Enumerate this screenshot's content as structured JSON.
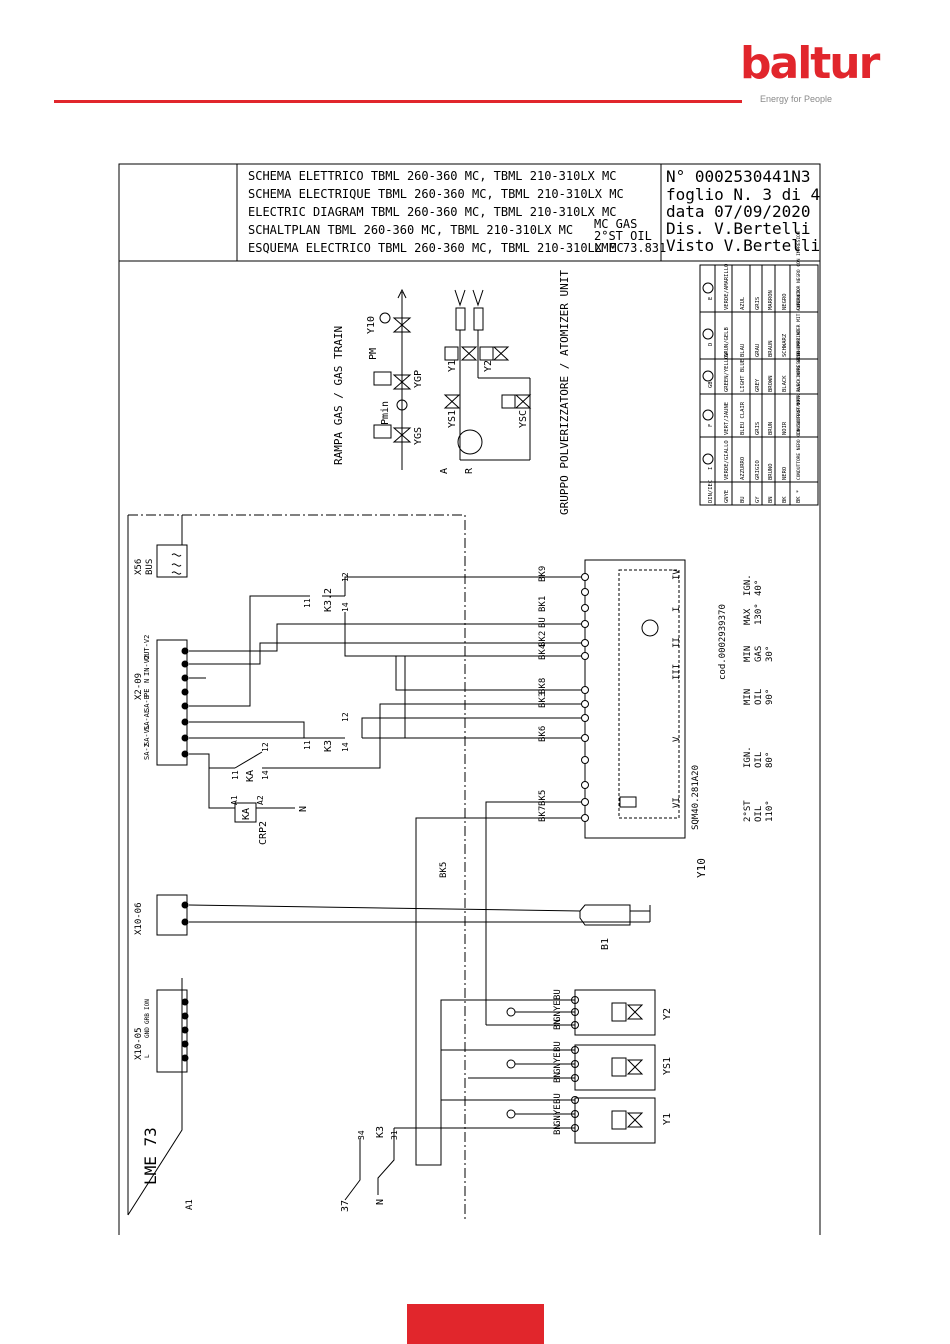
{
  "brand": {
    "logo": "baltur",
    "tagline": "Energy for People",
    "accent_color": "#e1262c"
  },
  "title_block": {
    "lines": [
      "SCHEMA ELETTRICO TBML 260-360 MC, TBML 210-310LX MC",
      "SCHEMA ELECTRIQUE TBML 260-360 MC, TBML 210-310LX MC",
      "ELECTRIC DIAGRAM TBML 260-360 MC, TBML 210-310LX MC",
      "SCHALTPLAN TBML 260-360 MC, TBML 210-310LX MC",
      "ESQUEMA ELECTRICO TBML 260-360 MC, TBML 210-310LX MC"
    ],
    "variant": [
      "MC GAS",
      "2°ST OIL",
      "LME 73.831"
    ],
    "doc_number": "N° 0002530441N3",
    "sheet": "foglio N. 3 di 4",
    "date": "data 07/09/2020",
    "drawn_by": "Dis. V.Bertelli",
    "checked_by": "Visto V.Bertelli"
  },
  "sections": {
    "gas_train": "RAMPA GAS / GAS TRAIN",
    "atomizer": "GRUPPO POLVERIZZATORE / ATOMIZER UNIT"
  },
  "components": {
    "y10": "Y10",
    "pm": "PM",
    "pmin": "Pmin",
    "ygp": "YGP",
    "ygs": "YGS",
    "y1": "Y1",
    "y2": "Y2",
    "ys1": "YS1",
    "ysc": "YSC",
    "a": "A",
    "r": "R",
    "x56": "X56",
    "bus": "BUS",
    "x2_09": "X2-09",
    "x10_06": "X10-06",
    "x10_05": "X10-05",
    "k3_2": "K3.2",
    "k3": "K3",
    "ka": "KA",
    "crp2": "CRP2",
    "a1_coil": "A1",
    "a2_coil": "A2",
    "n": "N",
    "b1": "B1",
    "lme73": "LME 73",
    "a1": "A1",
    "n37": "37",
    "servo": "SQM40.281A20",
    "servo_y10": "Y10",
    "cod": "cod.0002939370"
  },
  "x2_pins": [
    "OUT-V2",
    "IN-V2",
    "N",
    "PE",
    "SA-B",
    "SA-AL",
    "SA-VL",
    "SA-2"
  ],
  "x10_05_pins": [
    "ION",
    "GRB",
    "GND",
    "",
    "L"
  ],
  "wires": [
    "BK9",
    "BK1",
    "BU",
    "BK2",
    "BK4",
    "BK8",
    "BK3",
    "BK6",
    "BK5",
    "BK7"
  ],
  "valve_wires": [
    "BU",
    "GNYE",
    "BN"
  ],
  "contacts": [
    "11",
    "12",
    "14",
    "31",
    "34"
  ],
  "cam_table": {
    "header": [
      "MIN",
      "MIN",
      "MAX",
      "IGN."
    ],
    "rows": [
      [
        "OIL",
        "GAS",
        "130°",
        "40°"
      ],
      [
        "90°",
        "30°",
        "",
        ""
      ]
    ],
    "ign_oil": [
      "IGN.",
      "OIL",
      "80°"
    ],
    "second_stage": [
      "2°ST",
      "OIL",
      "110°"
    ],
    "cam_ids": [
      "IV",
      "I",
      "II",
      "III",
      "V",
      "VI"
    ]
  },
  "color_legend": {
    "headers": [
      "DIN/IEC",
      "I",
      "F",
      "GB",
      "D",
      "E"
    ],
    "rows": [
      [
        "GNYE",
        "VERDE/GIALLO",
        "VERT/JAUNE",
        "GREEN/YELLOW",
        "GRUN/GELB",
        "VERDE/AMARILLO"
      ],
      [
        "BU",
        "AZZURRO",
        "BLEU CLAIR",
        "LIGHT BLUE",
        "BLAU",
        "AZUL"
      ],
      [
        "GY",
        "GRIGIO",
        "GRIS",
        "GREY",
        "GRAU",
        "GRIS"
      ],
      [
        "BN",
        "BRUNO",
        "BRUN",
        "BROWN",
        "BRAUN",
        "MARRON"
      ],
      [
        "BK",
        "NERO",
        "NOIR",
        "BLACK",
        "SCHWARZ",
        "NEGRO"
      ],
      [
        "BK *",
        "CONDUTTORE NERO CON SOVRASTAMPA",
        "CONDUCTEUR NOIR AVEC IMPRESSION",
        "BLACK WIRE WITH IMPRINT",
        "SCHWARZ ADER MIT AUFDRUCK",
        "CONDUCTOR NEGRO CON IMPRESION"
      ]
    ]
  }
}
